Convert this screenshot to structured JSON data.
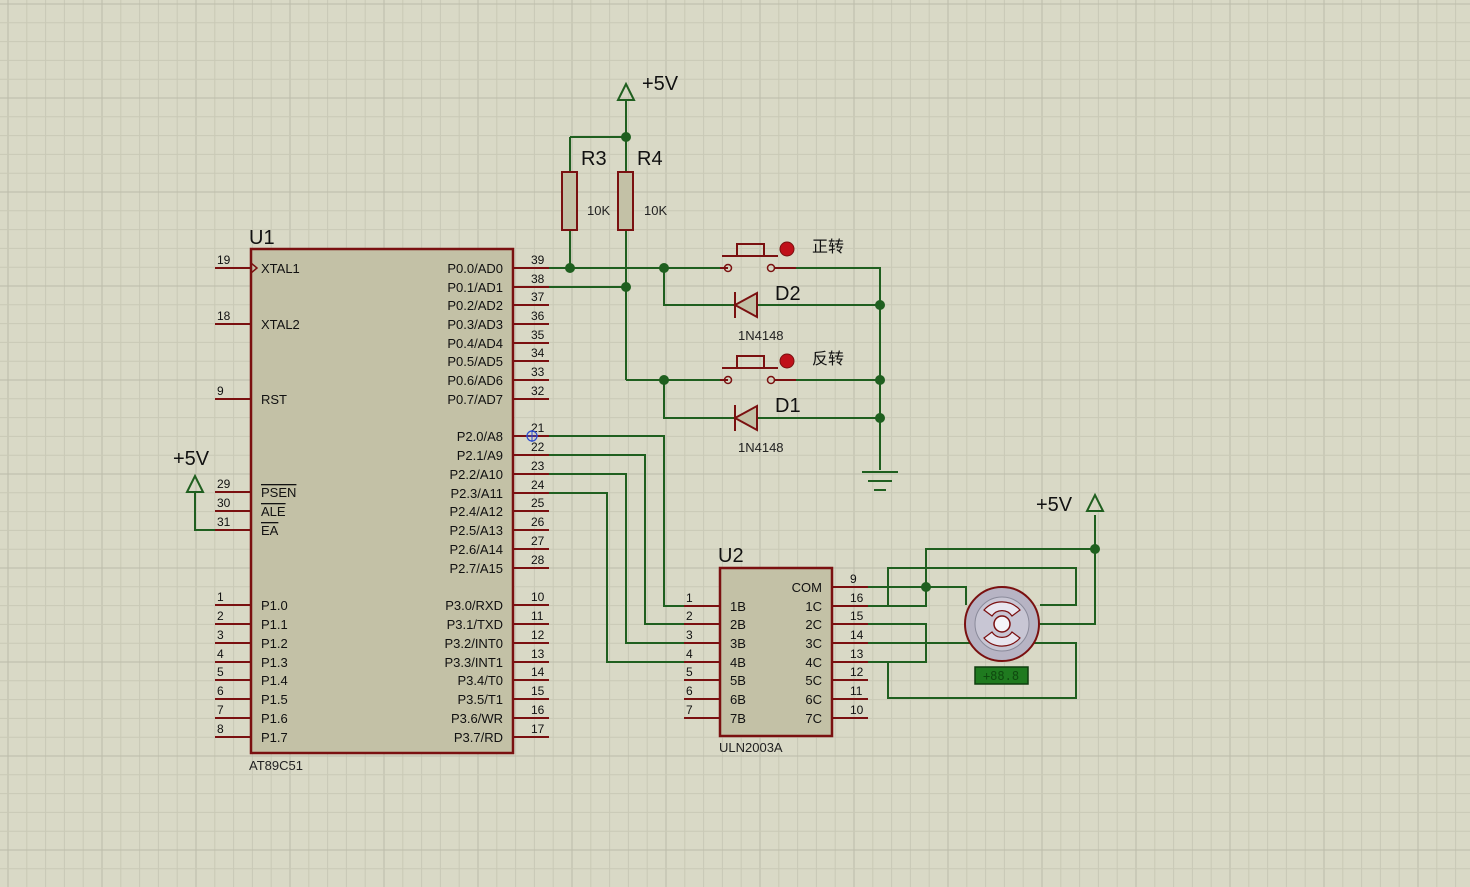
{
  "u1": {
    "ref": "U1",
    "part": "AT89C51",
    "left_pins": [
      {
        "num": "19",
        "name": "XTAL1"
      },
      {
        "num": "18",
        "name": "XTAL2"
      },
      {
        "num": "9",
        "name": "RST"
      },
      {
        "num": "29",
        "name": "PSEN"
      },
      {
        "num": "30",
        "name": "ALE"
      },
      {
        "num": "31",
        "name": "EA"
      },
      {
        "num": "1",
        "name": "P1.0"
      },
      {
        "num": "2",
        "name": "P1.1"
      },
      {
        "num": "3",
        "name": "P1.2"
      },
      {
        "num": "4",
        "name": "P1.3"
      },
      {
        "num": "5",
        "name": "P1.4"
      },
      {
        "num": "6",
        "name": "P1.5"
      },
      {
        "num": "7",
        "name": "P1.6"
      },
      {
        "num": "8",
        "name": "P1.7"
      }
    ],
    "right_pins": [
      {
        "num": "39",
        "name": "P0.0/AD0"
      },
      {
        "num": "38",
        "name": "P0.1/AD1"
      },
      {
        "num": "37",
        "name": "P0.2/AD2"
      },
      {
        "num": "36",
        "name": "P0.3/AD3"
      },
      {
        "num": "35",
        "name": "P0.4/AD4"
      },
      {
        "num": "34",
        "name": "P0.5/AD5"
      },
      {
        "num": "33",
        "name": "P0.6/AD6"
      },
      {
        "num": "32",
        "name": "P0.7/AD7"
      },
      {
        "num": "21",
        "name": "P2.0/A8"
      },
      {
        "num": "22",
        "name": "P2.1/A9"
      },
      {
        "num": "23",
        "name": "P2.2/A10"
      },
      {
        "num": "24",
        "name": "P2.3/A11"
      },
      {
        "num": "25",
        "name": "P2.4/A12"
      },
      {
        "num": "26",
        "name": "P2.5/A13"
      },
      {
        "num": "27",
        "name": "P2.6/A14"
      },
      {
        "num": "28",
        "name": "P2.7/A15"
      },
      {
        "num": "10",
        "name": "P3.0/RXD"
      },
      {
        "num": "11",
        "name": "P3.1/TXD"
      },
      {
        "num": "12",
        "name": "P3.2/INT0"
      },
      {
        "num": "13",
        "name": "P3.3/INT1"
      },
      {
        "num": "14",
        "name": "P3.4/T0"
      },
      {
        "num": "15",
        "name": "P3.5/T1"
      },
      {
        "num": "16",
        "name": "P3.6/WR"
      },
      {
        "num": "17",
        "name": "P3.7/RD"
      }
    ]
  },
  "u2": {
    "ref": "U2",
    "part": "ULN2003A",
    "left_pins": [
      {
        "num": "1",
        "name": "1B"
      },
      {
        "num": "2",
        "name": "2B"
      },
      {
        "num": "3",
        "name": "3B"
      },
      {
        "num": "4",
        "name": "4B"
      },
      {
        "num": "5",
        "name": "5B"
      },
      {
        "num": "6",
        "name": "6B"
      },
      {
        "num": "7",
        "name": "7B"
      }
    ],
    "right_pins": [
      {
        "num": "9",
        "name": "COM"
      },
      {
        "num": "16",
        "name": "1C"
      },
      {
        "num": "15",
        "name": "2C"
      },
      {
        "num": "14",
        "name": "3C"
      },
      {
        "num": "13",
        "name": "4C"
      },
      {
        "num": "12",
        "name": "5C"
      },
      {
        "num": "11",
        "name": "6C"
      },
      {
        "num": "10",
        "name": "7C"
      }
    ]
  },
  "resistors": [
    {
      "ref": "R3",
      "value": "10K"
    },
    {
      "ref": "R4",
      "value": "10K"
    }
  ],
  "diodes": [
    {
      "ref": "D2",
      "part": "1N4148"
    },
    {
      "ref": "D1",
      "part": "1N4148"
    }
  ],
  "buttons": [
    {
      "label": "正转"
    },
    {
      "label": "反转"
    }
  ],
  "power_labels": [
    "+5V",
    "+5V",
    "+5V"
  ],
  "motor": {
    "readout": "+88.8"
  },
  "colors": {
    "background": "#d9d9c6",
    "component_outline": "#7a1010",
    "component_fill": "#c3c1a6",
    "wire": "#1f5f1f",
    "button_led": "#c0101a",
    "motor_readout_bg": "#1f7a1f"
  }
}
